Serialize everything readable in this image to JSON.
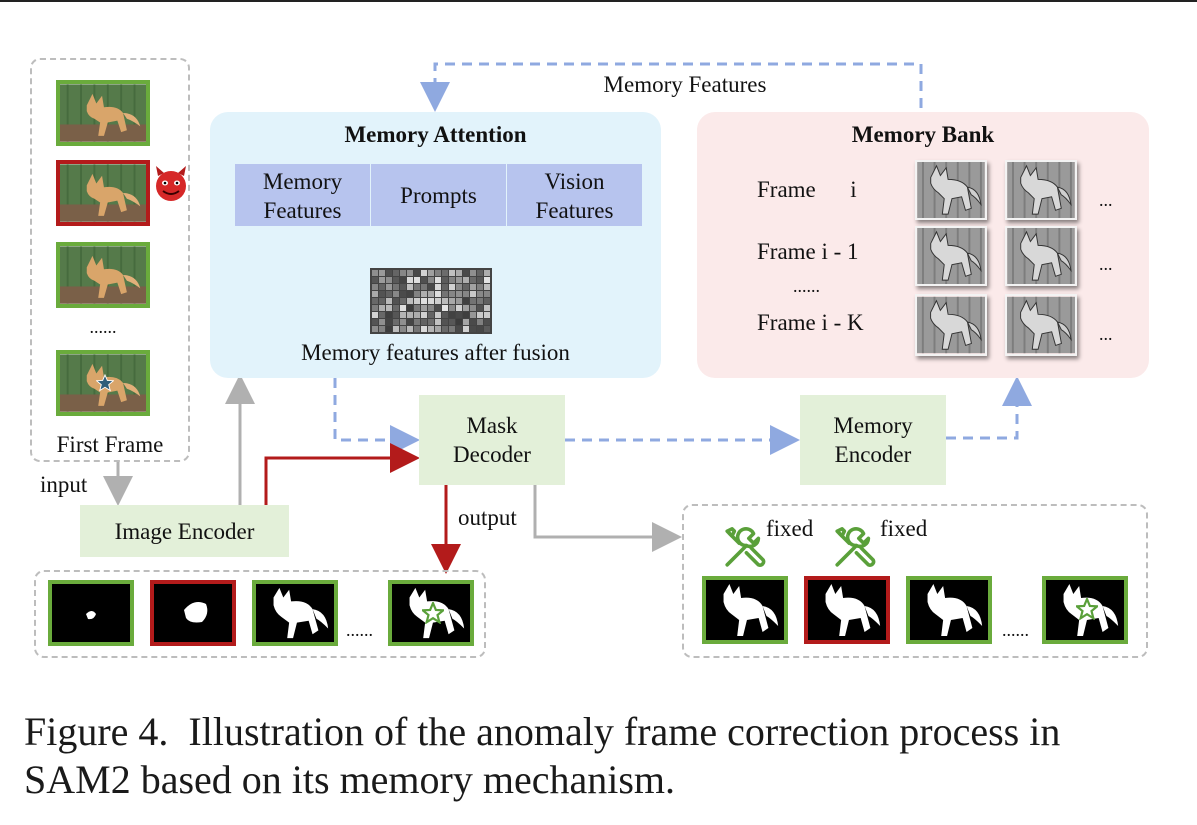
{
  "top_arrow_label": "Memory Features",
  "memory_attention": {
    "title": "Memory Attention",
    "box1_line1": "Memory",
    "box1_line2": "Features",
    "box2": "Prompts",
    "box3_line1": "Vision",
    "box3_line2": "Features",
    "fusion_label": "Memory features after fusion"
  },
  "memory_bank": {
    "title": "Memory Bank",
    "rows": [
      "Frame      i",
      "Frame i - 1",
      "Frame i - K"
    ],
    "row_dots": "......",
    "ellipsis": "..."
  },
  "left_column": {
    "dots": "......",
    "label": "First Frame",
    "input_label": "input"
  },
  "modules": {
    "image_encoder": "Image Encoder",
    "mask_decoder_line1": "Mask",
    "mask_decoder_line2": "Decoder",
    "memory_encoder_line1": "Memory",
    "memory_encoder_line2": "Encoder"
  },
  "output_label": "output",
  "bottom_left_dots": "......",
  "bottom_right": {
    "fixed_1": "fixed",
    "fixed_2": "fixed",
    "dots": "......"
  },
  "caption_line1": "Figure 4.  Illustration of the anomaly frame correction process in",
  "caption_line2": "SAM2 based on its memory mechanism.",
  "colors": {
    "green_border": "#6aab3c",
    "red_border": "#b31b1b",
    "dashed_blue": "#8fa9e0",
    "red_arrow": "#b31b1b",
    "gray_arrow": "#b0b0b0",
    "attention_bg": "#e2f3fb",
    "bank_bg": "#fbeaea",
    "module_green": "#e3f0d9",
    "feature_purple": "#b7c4ee"
  }
}
